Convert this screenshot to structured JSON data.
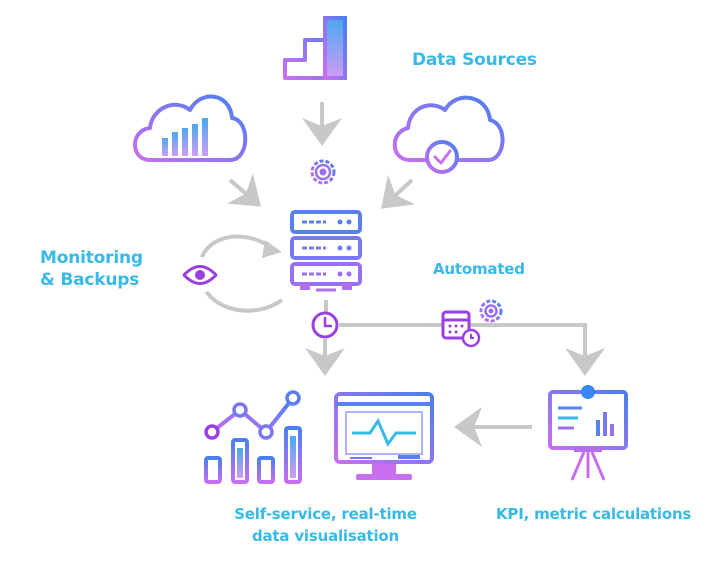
{
  "labels": {
    "data_sources": "Data Sources",
    "monitoring_line1": "Monitoring",
    "monitoring_line2": "& Backups",
    "automated": "Automated",
    "self_service_line1": "Self-service, real-time",
    "self_service_line2": "data visualisation",
    "kpi": "KPI, metric calculations"
  },
  "colors": {
    "gradient_start": "#c86ff0",
    "gradient_end": "#4a7ff0",
    "accent_blue": "#38b9e6",
    "arrow_gray": "#c8c8c8",
    "icon_purple": "#9a3fe0"
  }
}
